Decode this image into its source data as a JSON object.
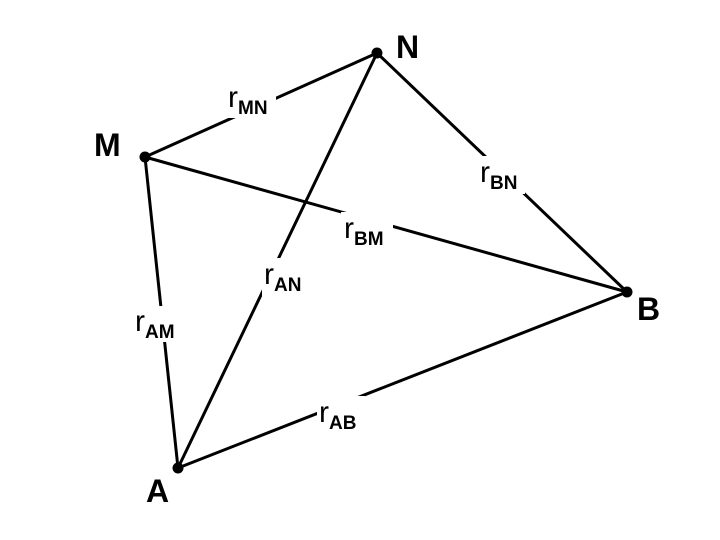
{
  "nodes": {
    "N": {
      "label": "N"
    },
    "M": {
      "label": "M"
    },
    "B": {
      "label": "B"
    },
    "A": {
      "label": "A"
    }
  },
  "edges": {
    "MN": {
      "from": "M",
      "to": "N",
      "symbol": "r",
      "subscript": "MN"
    },
    "BN": {
      "from": "B",
      "to": "N",
      "symbol": "r",
      "subscript": "BN"
    },
    "BM": {
      "from": "B",
      "to": "M",
      "symbol": "r",
      "subscript": "BM"
    },
    "AN": {
      "from": "A",
      "to": "N",
      "symbol": "r",
      "subscript": "AN"
    },
    "AM": {
      "from": "A",
      "to": "M",
      "symbol": "r",
      "subscript": "AM"
    },
    "AB": {
      "from": "A",
      "to": "B",
      "symbol": "r",
      "subscript": "AB"
    }
  }
}
